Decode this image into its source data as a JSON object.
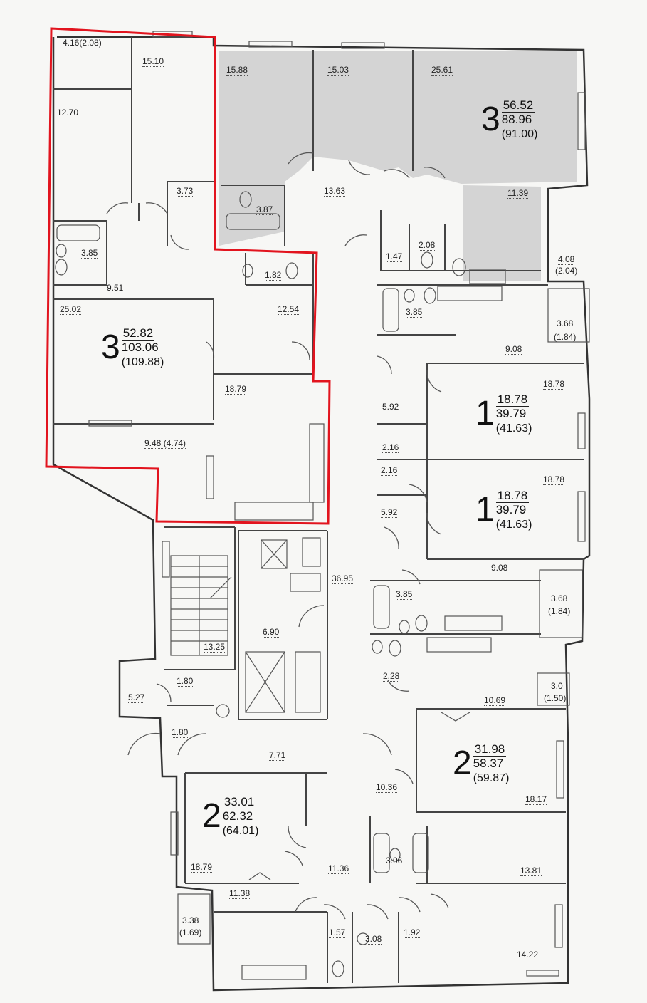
{
  "plan": {
    "highlight_color": "#e2141e",
    "shade_color": "#d4d4d4",
    "room_labels": [
      "4.16(2.08)",
      "15.10",
      "15.88",
      "15.03",
      "25.61",
      "12.70",
      "3.73",
      "3.87",
      "13.63",
      "11.39",
      "3.85",
      "9.51",
      "1.82",
      "2.08",
      "1.47",
      "4.08",
      "(2.04)",
      "25.02",
      "12.54",
      "3.85",
      "3.68",
      "(1.84)",
      "9.08",
      "18.79",
      "18.78",
      "5.92",
      "2.16",
      "9.48 (4.74)",
      "2.16",
      "18.78",
      "5.92",
      "36.95",
      "9.08",
      "3.85",
      "3.68",
      "(1.84)",
      "6.90",
      "13.25",
      "2.28",
      "1.80",
      "5.27",
      "10.69",
      "3.0",
      "(1.50)",
      "1.80",
      "7.71",
      "10.36",
      "18.17",
      "3.06",
      "18.79",
      "11.36",
      "13.81",
      "11.38",
      "3.38",
      "(1.69)",
      "1.57",
      "3.08",
      "1.92",
      "14.22"
    ],
    "apartments": [
      {
        "rooms": "3",
        "living": "56.52",
        "total": "88.96",
        "total_with_balcony": "(91.00)"
      },
      {
        "rooms": "3",
        "living": "52.82",
        "total": "103.06",
        "total_with_balcony": "(109.88)"
      },
      {
        "rooms": "1",
        "living": "18.78",
        "total": "39.79",
        "total_with_balcony": "(41.63)"
      },
      {
        "rooms": "1",
        "living": "18.78",
        "total": "39.79",
        "total_with_balcony": "(41.63)"
      },
      {
        "rooms": "2",
        "living": "31.98",
        "total": "58.37",
        "total_with_balcony": "(59.87)"
      },
      {
        "rooms": "2",
        "living": "33.01",
        "total": "62.32",
        "total_with_balcony": "(64.01)"
      }
    ]
  }
}
